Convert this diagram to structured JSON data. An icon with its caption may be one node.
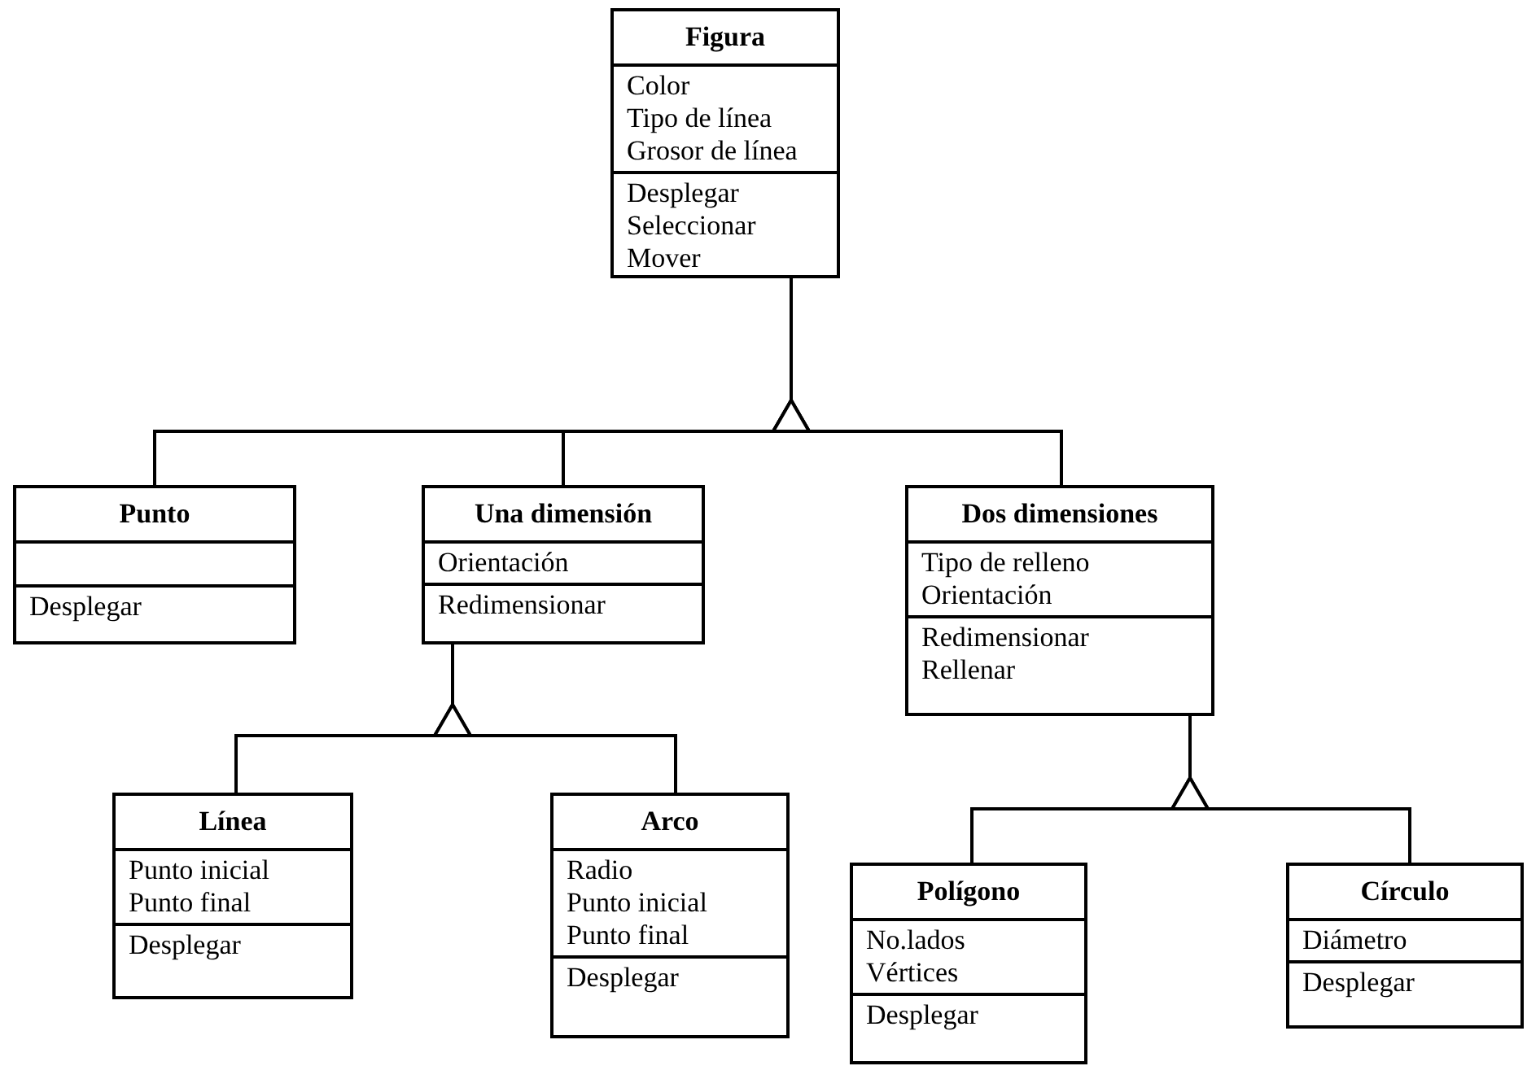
{
  "diagram": {
    "nodes": [
      {
        "text": [
          "Figura"
        ]
      },
      {
        "text": [
          "Color",
          "Tipo de línea",
          "Grosor de línea"
        ],
        "in": 0
      },
      {
        "text": [
          "Desplegar",
          "Seleccionar",
          "Mover"
        ],
        "in": 0
      },
      {
        "text": [
          "Punto"
        ]
      },
      {
        "text": [],
        "shape": "box",
        "in": 3
      },
      {
        "text": [
          "Desplegar"
        ],
        "in": 3
      },
      {
        "text": [
          "Una dimensión"
        ]
      },
      {
        "text": [
          "Orientación"
        ],
        "in": 6
      },
      {
        "text": [
          "Redimensionar"
        ],
        "in": 6
      },
      {
        "text": [
          "Dos dimensiones"
        ]
      },
      {
        "text": [
          "Tipo de relleno",
          "Orientación"
        ],
        "in": 9
      },
      {
        "text": [
          "Redimensionar",
          "Rellenar"
        ],
        "in": 9
      },
      {
        "text": [
          "Línea"
        ]
      },
      {
        "text": [
          "Punto inicial",
          "Punto final"
        ],
        "in": 12
      },
      {
        "text": [
          "Desplegar"
        ],
        "in": 12
      },
      {
        "text": [
          "Arco"
        ]
      },
      {
        "text": [
          "Radio",
          "Punto inicial",
          "Punto final"
        ],
        "in": 15
      },
      {
        "text": [
          "Desplegar"
        ],
        "in": 15
      },
      {
        "text": [
          "Polígono"
        ]
      },
      {
        "text": [
          "No.lados",
          "Vértices"
        ],
        "in": 18
      },
      {
        "text": [
          "Desplegar"
        ],
        "in": 18
      },
      {
        "text": [
          "Círculo"
        ]
      },
      {
        "text": [
          "Diámetro"
        ],
        "in": 21
      },
      {
        "text": [
          "Desplegar"
        ],
        "in": 21
      }
    ],
    "edges": [
      {
        "from": 3,
        "to": 0,
        "arrow": "to"
      },
      {
        "from": 6,
        "to": 0,
        "arrow": "to"
      },
      {
        "from": 9,
        "to": 0,
        "arrow": "to"
      },
      {
        "from": 12,
        "to": 6,
        "arrow": "to"
      },
      {
        "from": 15,
        "to": 6,
        "arrow": "to"
      },
      {
        "from": 18,
        "to": 9,
        "arrow": "to"
      },
      {
        "from": 21,
        "to": 9,
        "arrow": "to"
      }
    ]
  }
}
